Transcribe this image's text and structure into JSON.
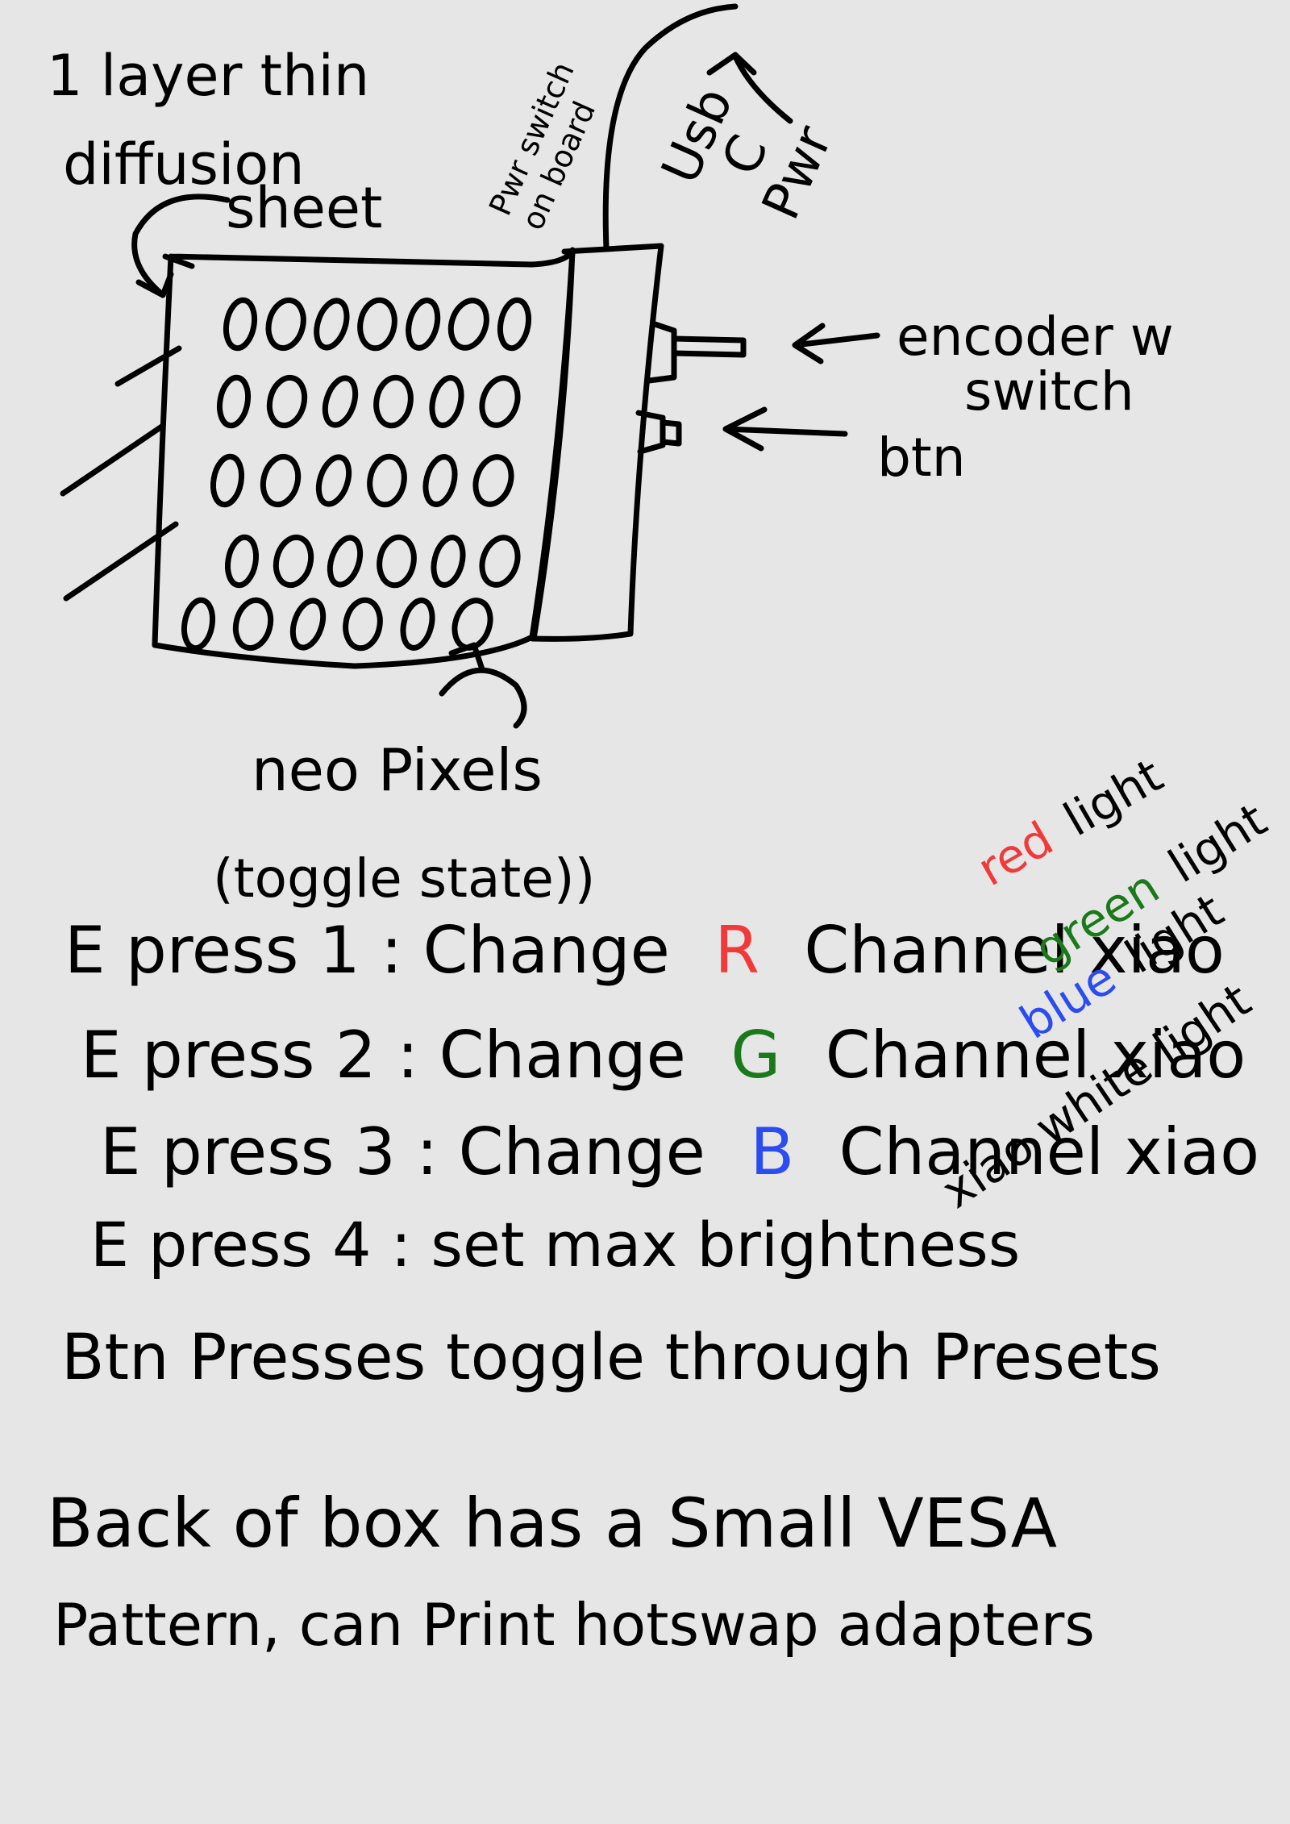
{
  "diagram": {
    "labels": {
      "diffusion_line1": "1 layer thin",
      "diffusion_line2": "diffusion",
      "diffusion_line3": "sheet",
      "power_switch_line1": "Pwr switch",
      "power_switch_line2": "on board",
      "usb_line1": "Usb",
      "usb_line2": "C",
      "usb_line3": "Pwr",
      "encoder_line1": "encoder w",
      "encoder_line2": "switch",
      "button": "btn",
      "neopixels": "neo Pixels"
    },
    "led_rows": [
      7,
      6,
      6,
      6,
      6
    ]
  },
  "notes": {
    "toggle_state": "(toggle state))",
    "lines": [
      {
        "prefix": "E press 1 : Change",
        "channel": "R",
        "channel_color": "#f03a3a",
        "middle": "Channel xiao",
        "color_word": "red",
        "color_word_color": "#f03a3a",
        "suffix": "light"
      },
      {
        "prefix": "E press 2 : Change",
        "channel": "G",
        "channel_color": "#1a7a1a",
        "middle": "Channel xiao",
        "color_word": "green",
        "color_word_color": "#1a7a1a",
        "suffix": "light"
      },
      {
        "prefix": "E press 3 : Change",
        "channel": "B",
        "channel_color": "#2a4cf0",
        "middle": "Channel xiao",
        "color_word": "blue",
        "color_word_color": "#2a4cf0",
        "suffix": "light"
      },
      {
        "prefix": "E press 4 : set max brightness",
        "middle": "xiao white light"
      }
    ],
    "btn_presses": "Btn Presses toggle through Presets",
    "back_line1": "Back of box has a Small VESA",
    "back_line2": "Pattern, can Print hotswap adapters"
  }
}
